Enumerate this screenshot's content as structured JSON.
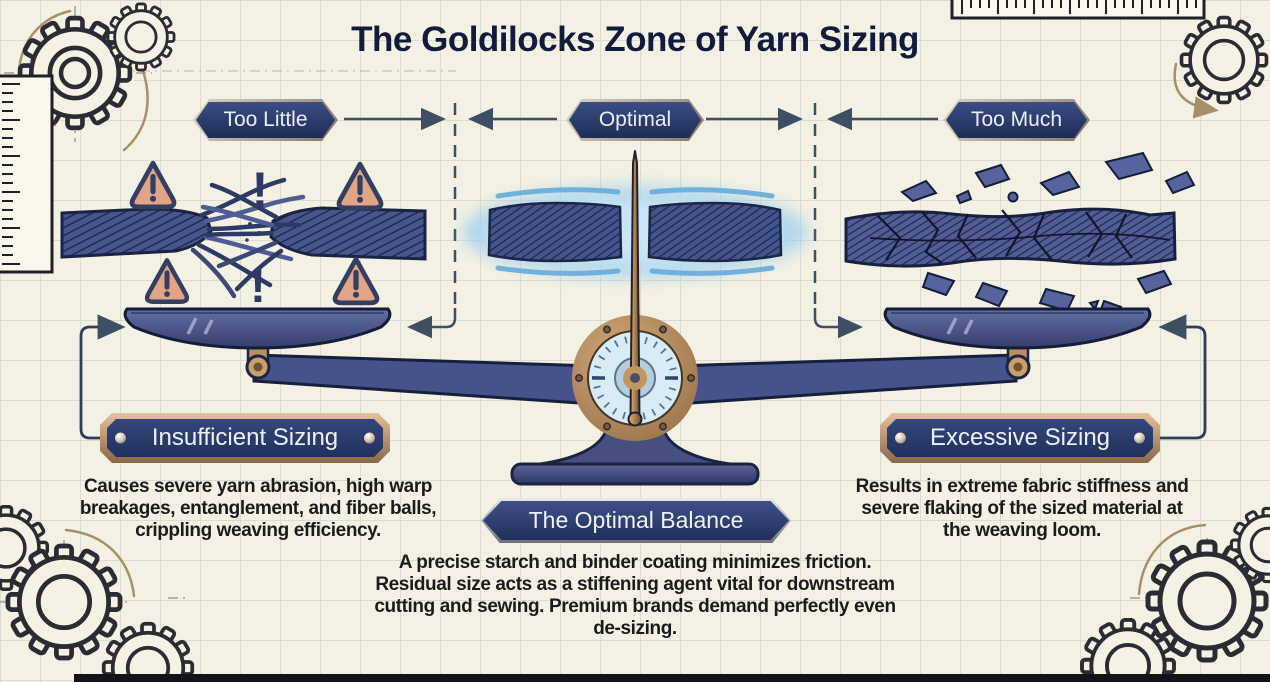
{
  "title": "The Goldilocks Zone of Yarn Sizing",
  "zones": {
    "left": {
      "badge_label": "Too Little",
      "plaque_label": "Insufficient Sizing",
      "description": "Causes severe yarn abrasion, high warp breakages, entanglement, and fiber balls, crippling weaving efficiency."
    },
    "center": {
      "badge_label": "Optimal",
      "plaque_label": "The Optimal Balance",
      "description": "A precise starch and binder coating minimizes friction. Residual size acts as a stiffening agent vital for downstream cutting and sewing. Premium brands demand perfectly even de-sizing."
    },
    "right": {
      "badge_label": "Too Much",
      "plaque_label": "Excessive Sizing",
      "description": "Results in extreme fabric stiffness and severe flaking of the sized material at the weaving loom."
    }
  },
  "icons": {
    "exclamation": "!",
    "warning_triangle": "warning-triangle",
    "gear": "gear",
    "ruler": "ruler",
    "balance_scale": "balance-scale"
  },
  "colors": {
    "background": "#f3f1e3",
    "grid_line": "#d9dccf",
    "navy": "#2c3a66",
    "navy_dark": "#16203f",
    "bronze": "#b08a5e",
    "glow_blue": "#9ccdec",
    "warning_fill": "#e2a486",
    "arrow_slate": "#3e4e63",
    "sketch_tan": "#a5906a",
    "text_dark": "#1b1b1b"
  }
}
